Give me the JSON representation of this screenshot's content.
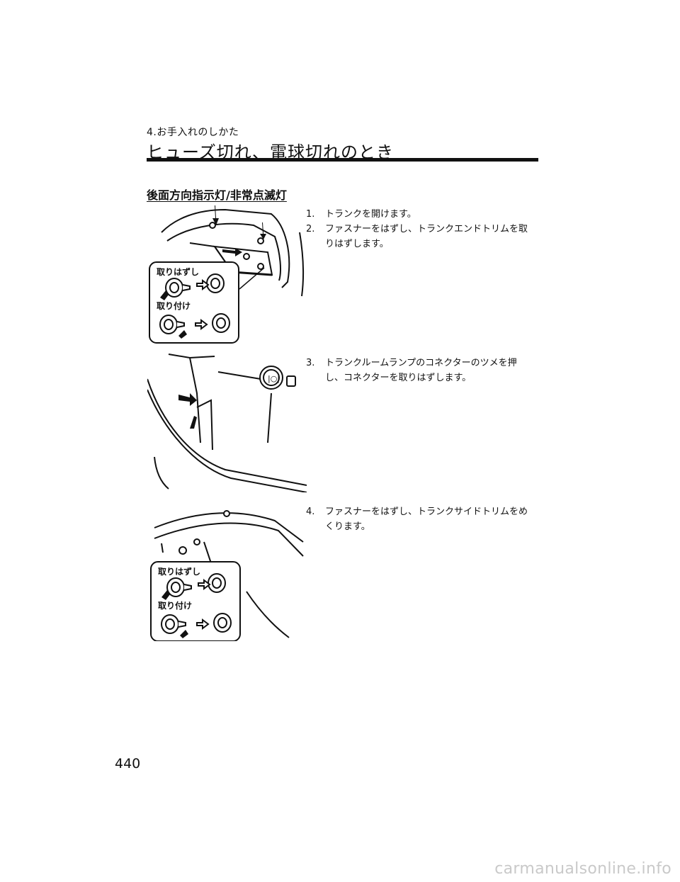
{
  "header": {
    "chapter": "4.お手入れのしかた",
    "title": "ヒューズ切れ、電球切れのとき"
  },
  "section_title": "後面方向指示灯/非常点滅灯",
  "steps": [
    {
      "num": "1.",
      "text": "トランクを開けます。"
    },
    {
      "num": "2.",
      "text": "ファスナーをはずし、トランクエンドトリムを取りはずします。"
    },
    {
      "num": "3.",
      "text": "トランクルームランプのコネクターのツメを押し、コネクターを取りはずします。"
    },
    {
      "num": "4.",
      "text": "ファスナーをはずし、トランクサイドトリムをめくります。"
    }
  ],
  "figures": {
    "fig1": {
      "label_remove": "取りはずし",
      "label_install": "取り付け"
    },
    "fig3": {
      "label_remove": "取りはずし",
      "label_install": "取り付け"
    }
  },
  "page_number": "440",
  "watermark": "carmanualsonline.info"
}
